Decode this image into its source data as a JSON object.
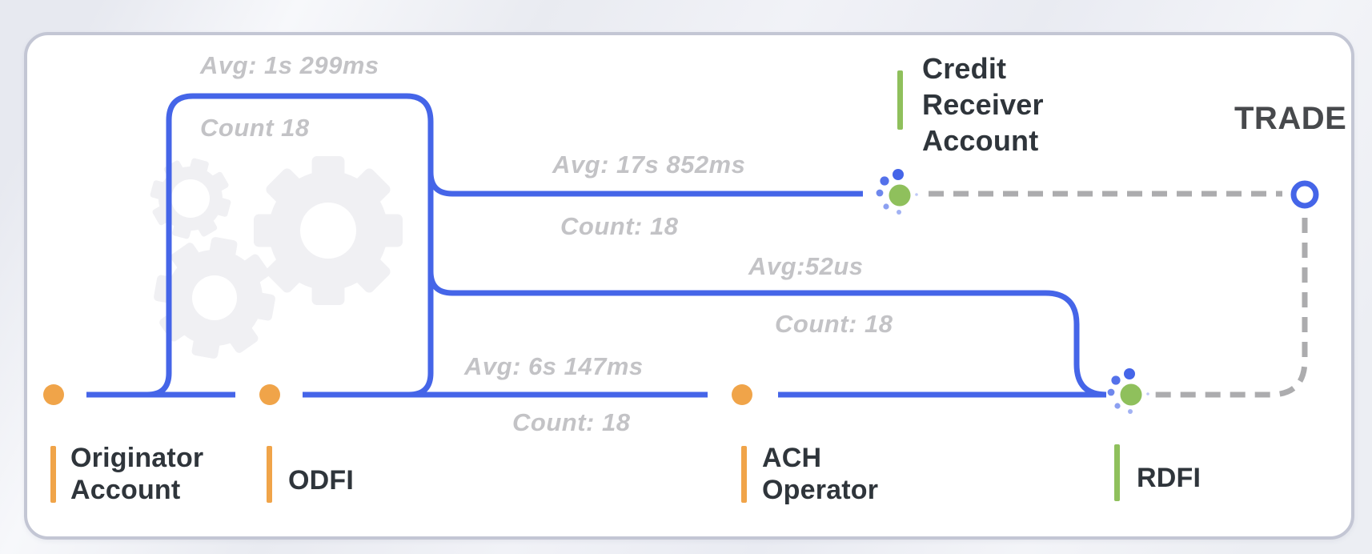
{
  "brand": {
    "logo_text": "TRADE"
  },
  "nodes": {
    "originator_account": {
      "label": "Originator\nAccount"
    },
    "odfi": {
      "label": "ODFI"
    },
    "ach_operator": {
      "label": "ACH\nOperator"
    },
    "rdfi": {
      "label": "RDFI"
    },
    "credit_receiver_account": {
      "label": "Credit\nReceiver\nAccount"
    }
  },
  "edges": {
    "originator_loop": {
      "avg": "Avg: 1s 299ms",
      "count": "Count 18"
    },
    "odfi_to_credit_receiver": {
      "avg": "Avg: 17s 852ms",
      "count": "Count: 18"
    },
    "odfi_to_rdfi": {
      "avg": "Avg:52us",
      "count": "Count: 18"
    },
    "odfi_to_ach_operator": {
      "avg": "Avg: 6s 147ms",
      "count": "Count: 18"
    }
  },
  "colors": {
    "edge_blue": "#4565e8",
    "dashed_gray": "#acacae",
    "node_green": "#8fc05c",
    "marker_orange": "#f0a449",
    "metric_text_gray": "#c3c3c6",
    "label_text_dark": "#2f353b",
    "logo_text_gray": "#47494c",
    "gear_watermark_gray": "#f0f0f3",
    "panel_border": "#c3c6d4"
  }
}
